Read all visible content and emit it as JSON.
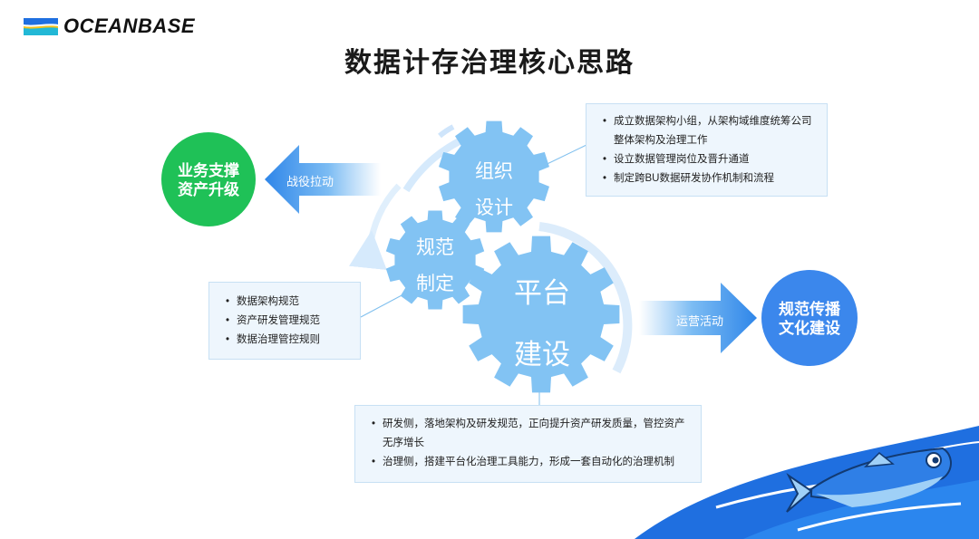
{
  "brand": {
    "name": "OCEANBASE"
  },
  "title": "数据计存治理核心思路",
  "left_circle": {
    "line1": "业务支撑",
    "line2": "资产升级"
  },
  "right_circle": {
    "line1": "规范传播",
    "line2": "文化建设"
  },
  "left_arrow": {
    "label": "战役拉动"
  },
  "right_arrow": {
    "label": "运营活动"
  },
  "gears": {
    "org": {
      "line1": "组织",
      "line2": "设计"
    },
    "std": {
      "line1": "规范",
      "line2": "制定"
    },
    "platform": {
      "line1": "平台",
      "line2": "建设"
    }
  },
  "box_org": {
    "items": [
      "成立数据架构小组，从架构域维度统筹公司",
      "设立数据管理岗位及晋升通道",
      "制定跨BU数据研发协作机制和流程"
    ],
    "continuation": "整体架构及治理工作"
  },
  "box_std": {
    "items": [
      "数据架构规范",
      "资产研发管理规范",
      "数据治理管控规则"
    ]
  },
  "box_platform": {
    "items": [
      "研发侧，落地架构及研发规范，正向提升资产研发质量，管控资产",
      "治理侧，搭建平台化治理工具能力，形成一套自动化的治理机制"
    ],
    "continuation": "无序增长"
  },
  "colors": {
    "gear": "#82c3f3",
    "green": "#1fc157",
    "blue_circle": "#3b87ec",
    "arrow": "#3a8fea"
  }
}
